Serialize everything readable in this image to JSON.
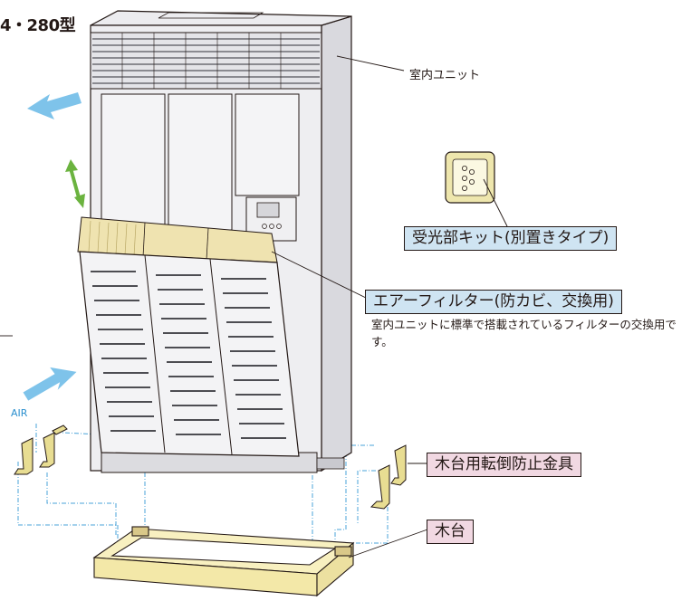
{
  "title": "4・280型",
  "labels": {
    "indoor_unit": "室内ユニット",
    "receiver_kit": "受光部キット(別置きタイプ)",
    "air_filter": "エアーフィルター(防カビ、交換用)",
    "air_filter_desc": "室内ユニットに標準で搭載されているフィルターの交換用です。",
    "stand_bracket": "木台用転倒防止金具",
    "wooden_stand": "木台",
    "air": "AIR"
  },
  "colors": {
    "label_box_blue": "#cfe4f2",
    "label_box_pink": "#f1d8e2",
    "airflow_arrow": "#7ec3ea",
    "swing_arrow": "#6bb33f",
    "filter_panel": "#efe3b0",
    "wood": "#f8f0c0",
    "unit_body": "#e9e9ec",
    "dashed_guide": "#4aa3d8"
  },
  "icons": [
    "outflow-arrow-icon",
    "inflow-arrow-icon",
    "swing-arrow-icon",
    "receiver-kit-icon"
  ]
}
